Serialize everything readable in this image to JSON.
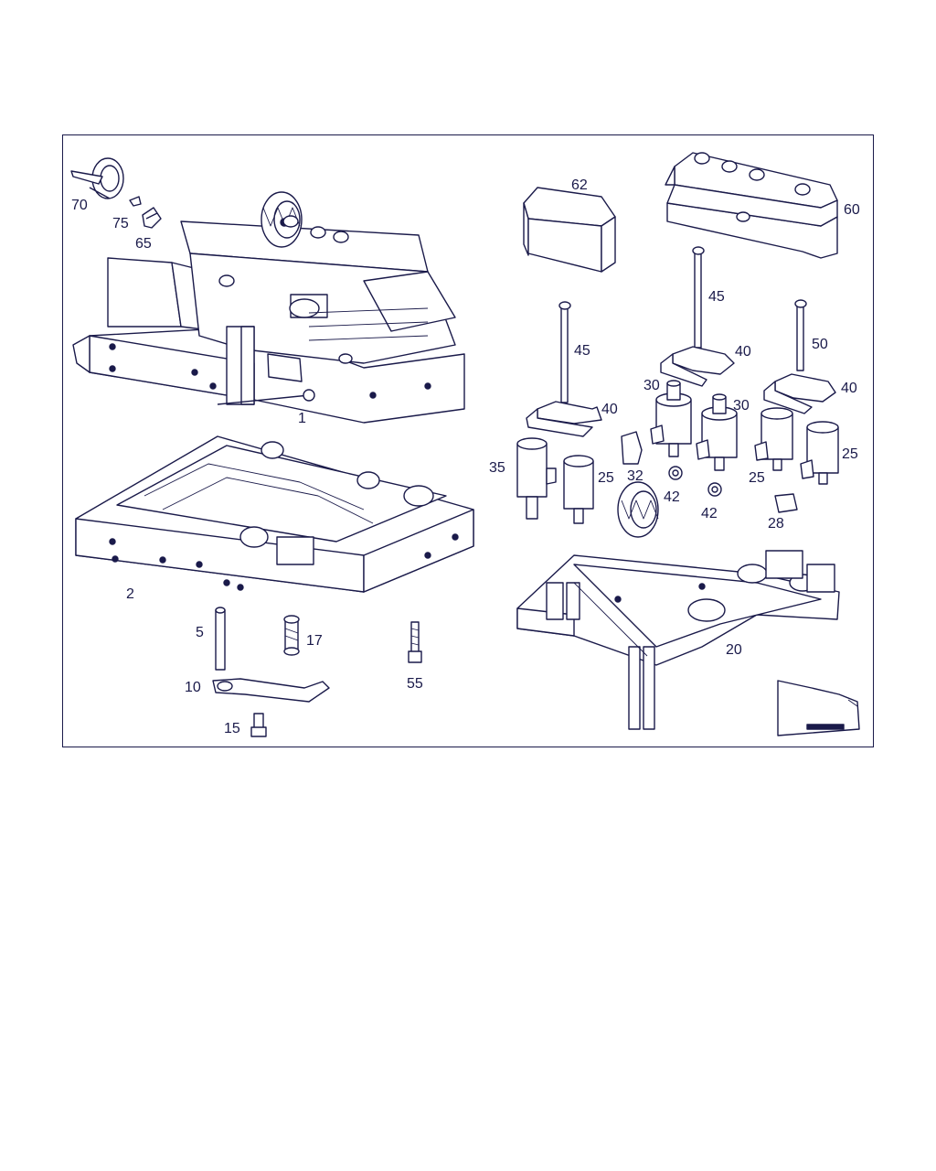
{
  "diagram": {
    "line_color": "#1a1a4a",
    "background": "#ffffff",
    "callouts": {
      "c70": "70",
      "c75": "75",
      "c65": "65",
      "c1": "1",
      "c2": "2",
      "c5": "5",
      "c17": "17",
      "c55": "55",
      "c10": "10",
      "c15": "15",
      "c62": "62",
      "c60": "60",
      "c45a": "45",
      "c45b": "45",
      "c50": "50",
      "c40a": "40",
      "c40b": "40",
      "c40c": "40",
      "c30a": "30",
      "c30b": "30",
      "c35": "35",
      "c25a": "25",
      "c25b": "25",
      "c25c": "25",
      "c32": "32",
      "c42a": "42",
      "c42b": "42",
      "c28": "28",
      "c20": "20"
    }
  }
}
